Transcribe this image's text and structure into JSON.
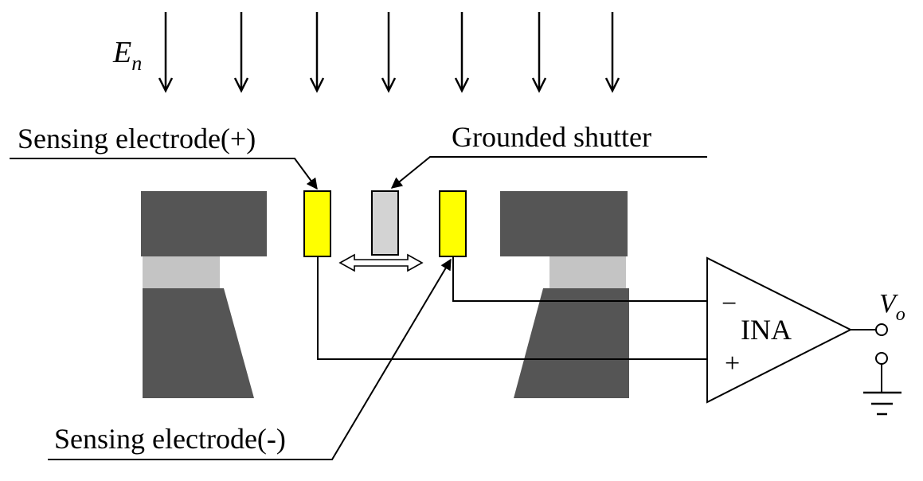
{
  "field": {
    "symbol": "E",
    "subscript": "n"
  },
  "labels": {
    "sensing_pos": "Sensing electrode(+)",
    "grounded_shutter": "Grounded shutter",
    "sensing_neg": "Sensing electrode(-)"
  },
  "amplifier": {
    "label": "INA",
    "minus": "−",
    "plus": "+"
  },
  "output": {
    "symbol": "V",
    "subscript": "o"
  },
  "colors": {
    "dark_block": "#555555",
    "light_block": "#c4c4c4",
    "electrode": "#ffff00",
    "shutter": "#d3d3d3",
    "line": "#000000"
  }
}
